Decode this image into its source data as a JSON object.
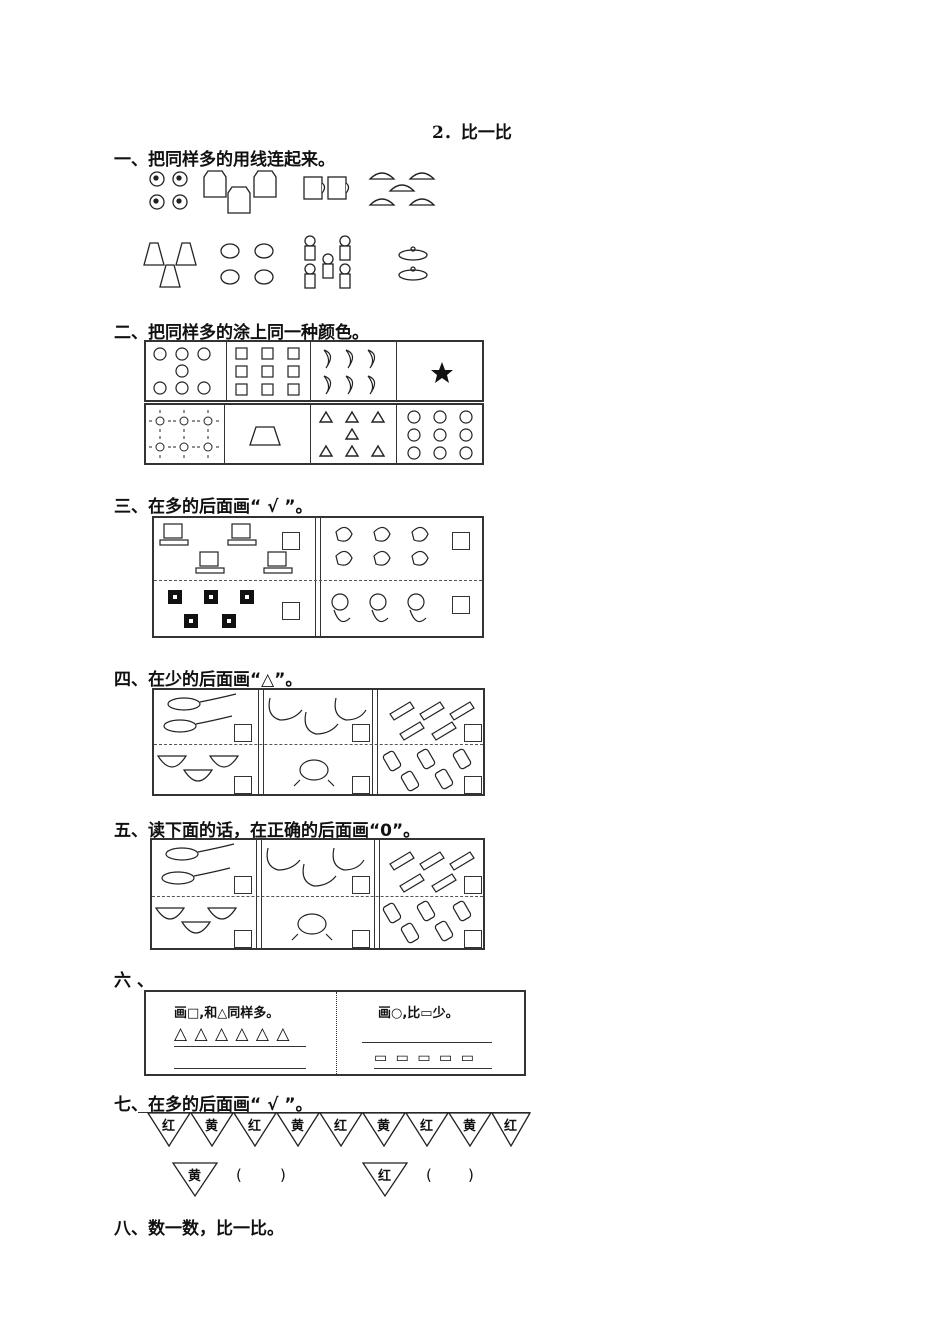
{
  "title": "2．比一比",
  "sections": [
    {
      "id": "q1",
      "heading": "一、把同样多的用线连起来。",
      "top_row": [
        {
          "item": "ladybug",
          "count": 4
        },
        {
          "item": "shirt",
          "count": 3
        },
        {
          "item": "mug",
          "count": 2
        },
        {
          "item": "cap",
          "count": 5
        }
      ],
      "bottom_row": [
        {
          "item": "dress",
          "count": 3
        },
        {
          "item": "leaf-bundle",
          "count": 4
        },
        {
          "item": "child",
          "count": 5
        },
        {
          "item": "hat",
          "count": 2
        }
      ]
    },
    {
      "id": "q2",
      "heading": "二、把同样多的涂上同一种颜色。",
      "top_row": [
        {
          "item": "circle",
          "count": 7,
          "glyph": "○"
        },
        {
          "item": "square",
          "count": 9,
          "glyph": "□"
        },
        {
          "item": "crescent-moon",
          "count": 6,
          "glyph": "☽"
        },
        {
          "item": "star",
          "count": 1,
          "glyph": "★"
        }
      ],
      "bottom_row": [
        {
          "item": "sun",
          "count": 6,
          "glyph": "☼"
        },
        {
          "item": "trapezoid",
          "count": 1,
          "glyph": "⏢"
        },
        {
          "item": "triangle",
          "count": 7,
          "glyph": "△"
        },
        {
          "item": "smiley",
          "count": 9,
          "glyph": "☺"
        }
      ]
    },
    {
      "id": "q3",
      "heading": "三、在多的后面画“ √ ”。",
      "panels": [
        {
          "top": {
            "item": "computer",
            "count": 4
          },
          "bottom": {
            "item": "floppy-disk",
            "count": 5
          }
        },
        {
          "top": {
            "item": "squirrel",
            "count": 6
          },
          "bottom": {
            "item": "fox",
            "count": 3
          }
        }
      ]
    },
    {
      "id": "q4",
      "heading": "四、在少的后面画“△”。",
      "panels": [
        {
          "top": {
            "item": "spoon",
            "count": 2
          },
          "bottom": {
            "item": "bowl",
            "count": 3
          }
        },
        {
          "top": {
            "item": "swan",
            "count": 3
          },
          "bottom": {
            "item": "frog",
            "count": 1
          }
        },
        {
          "top": {
            "item": "pencil",
            "count": 5
          },
          "bottom": {
            "item": "eraser",
            "count": 5
          }
        }
      ]
    },
    {
      "id": "q5",
      "heading": "五、读下面的话，在正确的后面画“0”。",
      "panels": [
        {
          "top": {
            "item": "spoon",
            "count": 2
          },
          "bottom": {
            "item": "bowl",
            "count": 3
          }
        },
        {
          "top": {
            "item": "swan",
            "count": 3
          },
          "bottom": {
            "item": "frog",
            "count": 1
          }
        },
        {
          "top": {
            "item": "pencil",
            "count": 5
          },
          "bottom": {
            "item": "eraser",
            "count": 5
          }
        }
      ]
    },
    {
      "id": "q6",
      "heading": "六 、",
      "left": {
        "label": "画□,和△同样多。",
        "triangles": "△ △ △ △ △ △"
      },
      "right": {
        "label": "画○,比▭少。",
        "rects": "▭ ▭ ▭ ▭ ▭"
      }
    },
    {
      "id": "q7",
      "heading": "七、在多的后面画“ √ ”。",
      "flags": [
        "红",
        "黄",
        "红",
        "黄",
        "红",
        "黄",
        "红",
        "黄",
        "红"
      ],
      "answers": [
        {
          "flag": "黄",
          "open": "(",
          "close": ")"
        },
        {
          "flag": "红",
          "open": "(",
          "close": ")"
        }
      ]
    },
    {
      "id": "q8",
      "heading": "八、数一数，比一比。"
    }
  ]
}
